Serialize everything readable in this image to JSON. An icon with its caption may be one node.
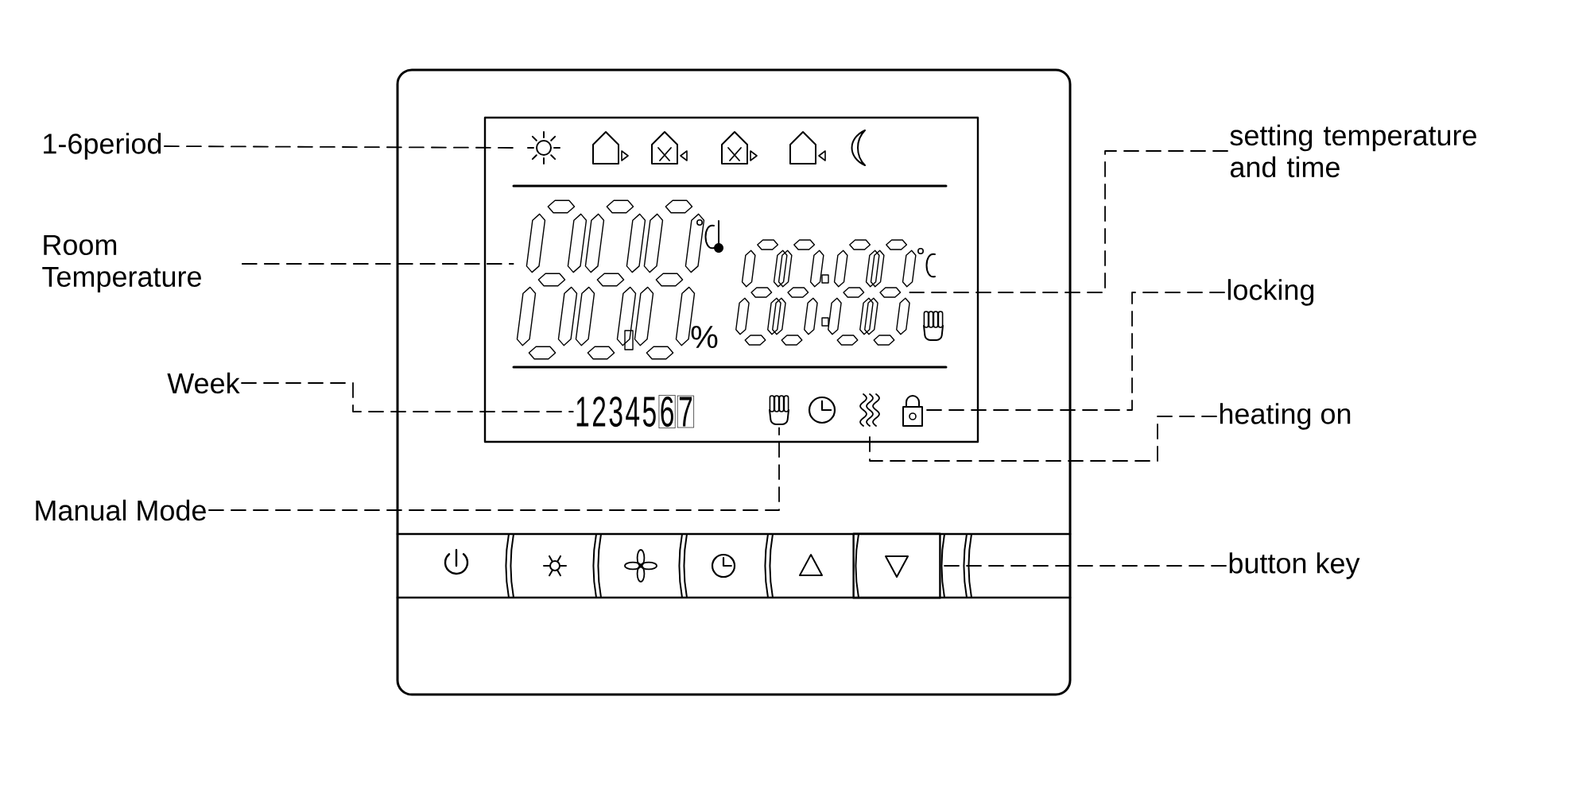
{
  "diagram": {
    "nodes": [
      {
        "text": [
          "1-6period"
        ]
      },
      {
        "text": [
          "Room Temperature"
        ]
      },
      {
        "text": [
          "Week"
        ]
      },
      {
        "text": [
          "Manual Mode"
        ]
      },
      {
        "text": [
          "setting temperature and time"
        ]
      },
      {
        "text": [
          "locking"
        ]
      },
      {
        "text": [
          "heating on"
        ]
      },
      {
        "text": [
          "button key"
        ]
      },
      {
        "text": [],
        "shape": "picture"
      },
      {
        "text": [],
        "shape": "picture"
      },
      {
        "text": [
          "1",
          "2",
          "3",
          "4",
          "5",
          "6",
          "7"
        ]
      },
      {
        "text": [],
        "shape": "picture"
      },
      {
        "text": [],
        "shape": "picture"
      },
      {
        "text": [],
        "shape": "picture"
      },
      {
        "text": [],
        "shape": "picture"
      },
      {
        "text": [],
        "shape": "box"
      }
    ],
    "edges": [
      {
        "from": 0,
        "to": 8,
        "arrow": "none",
        "style": "dashed"
      },
      {
        "from": 1,
        "to": 9,
        "arrow": "none",
        "style": "dashed"
      },
      {
        "from": 2,
        "to": 10,
        "arrow": "none",
        "style": "dashed"
      },
      {
        "from": 3,
        "to": 11,
        "arrow": "none",
        "style": "dashed"
      },
      {
        "from": 4,
        "to": 12,
        "arrow": "none",
        "style": "dashed"
      },
      {
        "from": 5,
        "to": 13,
        "arrow": "none",
        "style": "dashed"
      },
      {
        "from": 6,
        "to": 14,
        "arrow": "none",
        "style": "dashed"
      },
      {
        "from": 7,
        "to": 15,
        "arrow": "none",
        "style": "dashed"
      }
    ],
    "labels": [
      "%"
    ]
  }
}
